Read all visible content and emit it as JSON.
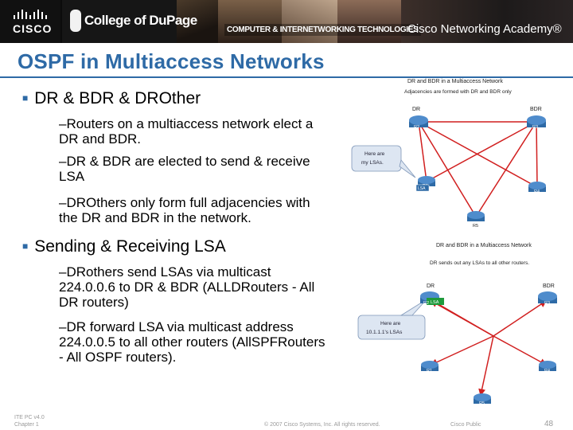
{
  "header": {
    "cisco_logo_text": "CISCO",
    "college_name": "College of DuPage",
    "program_name": "COMPUTER & INTERNETWORKING TECHNOLOGIES",
    "academy_name": "Cisco Networking Academy®"
  },
  "slide": {
    "title": "OSPF in Multiaccess Networks",
    "bullet1": {
      "text": "DR & BDR & DROther",
      "sub": [
        "–Routers on a multiaccess network elect a DR and BDR.",
        "–DR & BDR are elected to send & receive LSA",
        "–DROthers only form full adjacencies with the DR and BDR in the network."
      ]
    },
    "bullet2": {
      "text": "Sending & Receiving LSA",
      "sub": [
        "–DRothers send LSAs via multicast 224.0.0.6 to DR & BDR (ALLDRouters - All DR routers)",
        "–DR forward LSA via multicast address 224.0.0.5 to all other routers (AllSPFRouters - All OSPF routers)."
      ]
    }
  },
  "diagram1": {
    "title": "DR and BDR in a Multiaccess Network",
    "subtitle": "Adjacencies are formed with DR and BDR only",
    "dr_label": "DR",
    "bdr_label": "BDR",
    "callout_line1": "Here are",
    "callout_line2": "my LSAs.",
    "routers": [
      "R2",
      "R3",
      "R1",
      "R4",
      "R5"
    ],
    "lsa_tag": "LSA"
  },
  "diagram2": {
    "title": "DR and BDR in a Multiaccess Network",
    "subtitle": "DR sends out any LSAs to all other routers.",
    "dr_label": "DR",
    "bdr_label": "BDR",
    "callout_line1": "Here are",
    "callout_line2": "10.1.1.1's LSAs",
    "routers": [
      "R2",
      "R3",
      "R1",
      "R4",
      "R5"
    ],
    "lsa_tag": "LSA"
  },
  "footer": {
    "course": "ITE PC v4.0",
    "chapter": "Chapter 1",
    "copyright": "© 2007 Cisco Systems, Inc. All rights reserved.",
    "classification": "Cisco Public",
    "page_number": "48"
  },
  "colors": {
    "title_blue": "#2e6aa6",
    "router_blue": "#2e6aa6",
    "adjacency_red": "#d11f1f",
    "lsa_green": "#1f9a3c"
  },
  "icons": {
    "router": "router-icon",
    "callout": "speech-callout-icon",
    "cisco_logo": "cisco-bars-logo",
    "cod_logo": "cod-seal-logo"
  }
}
